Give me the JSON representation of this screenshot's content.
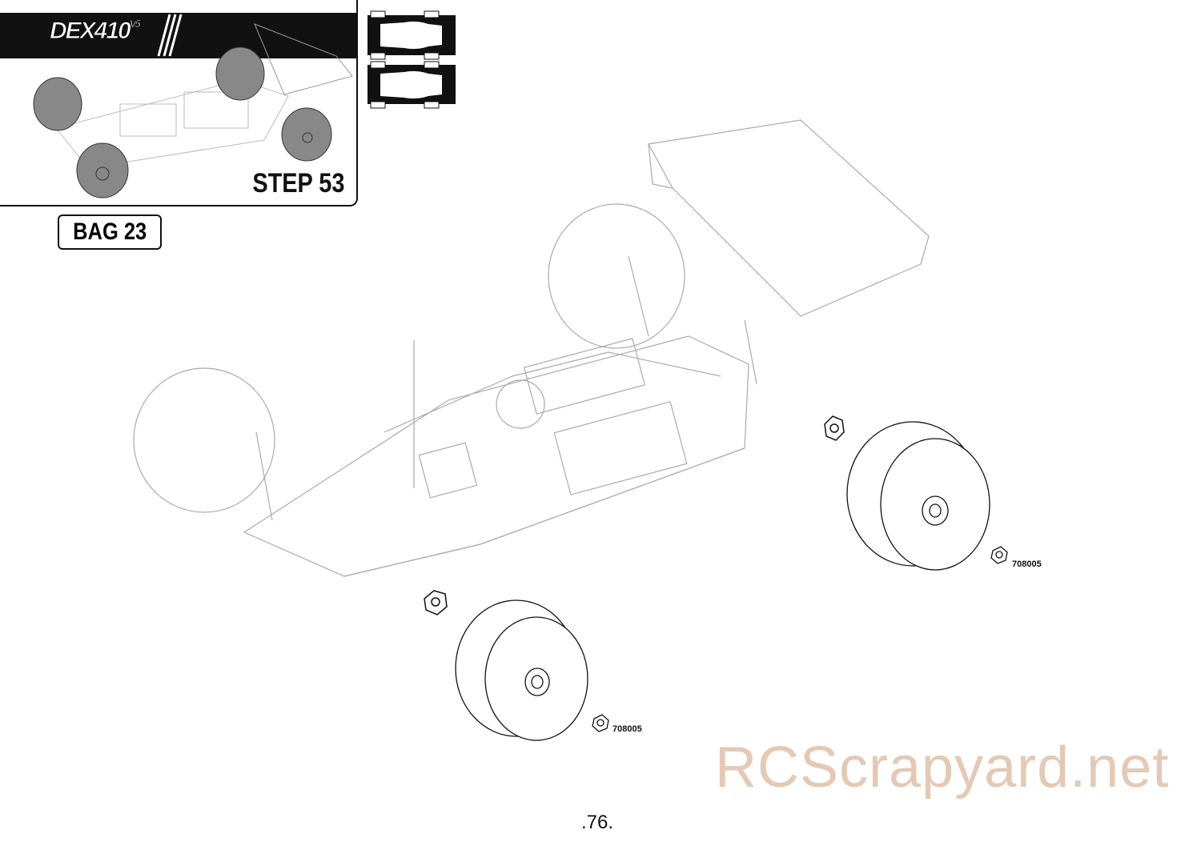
{
  "header": {
    "logo": "DEX410",
    "logo_version": "V5",
    "step": "STEP 53"
  },
  "bag": "BAG 23",
  "parts": [
    {
      "part_number": "708005"
    },
    {
      "part_number": "708005"
    }
  ],
  "watermark": "RCScrapyard.net",
  "page_number": ".76."
}
